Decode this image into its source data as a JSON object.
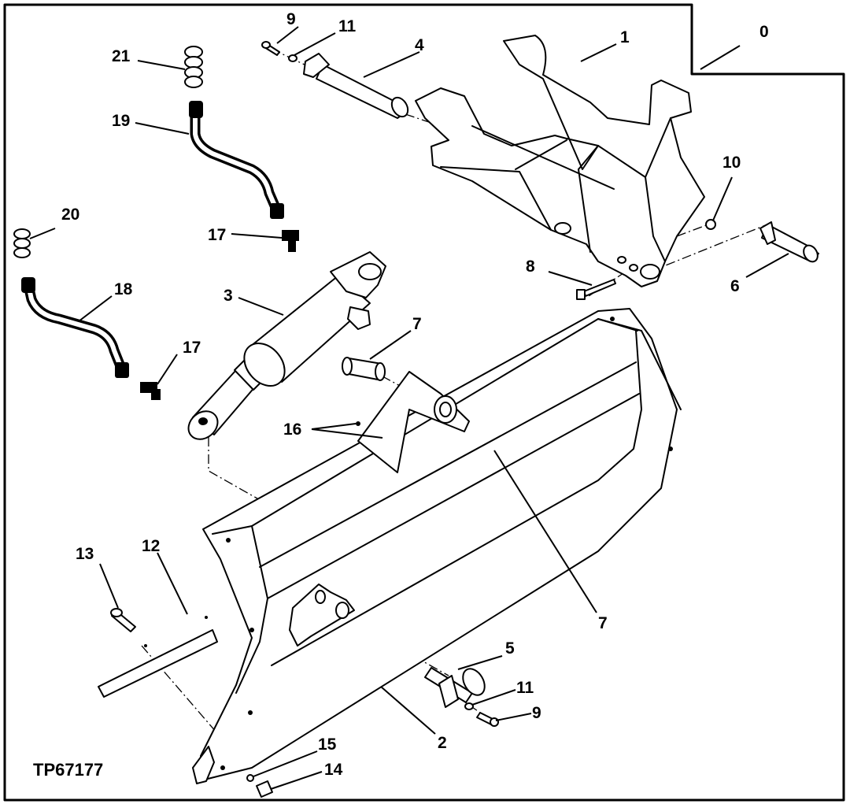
{
  "figure_id": "TP67177",
  "callouts": {
    "c0": "0",
    "c1": "1",
    "c2": "2",
    "c3": "3",
    "c4": "4",
    "c5": "5",
    "c6": "6",
    "c7a": "7",
    "c7b": "7",
    "c8": "8",
    "c9a": "9",
    "c9b": "9",
    "c10": "10",
    "c11a": "11",
    "c11b": "11",
    "c12": "12",
    "c13": "13",
    "c14": "14",
    "c15": "15",
    "c16": "16",
    "c17a": "17",
    "c17b": "17",
    "c18": "18",
    "c19": "19",
    "c20": "20",
    "c21": "21"
  }
}
